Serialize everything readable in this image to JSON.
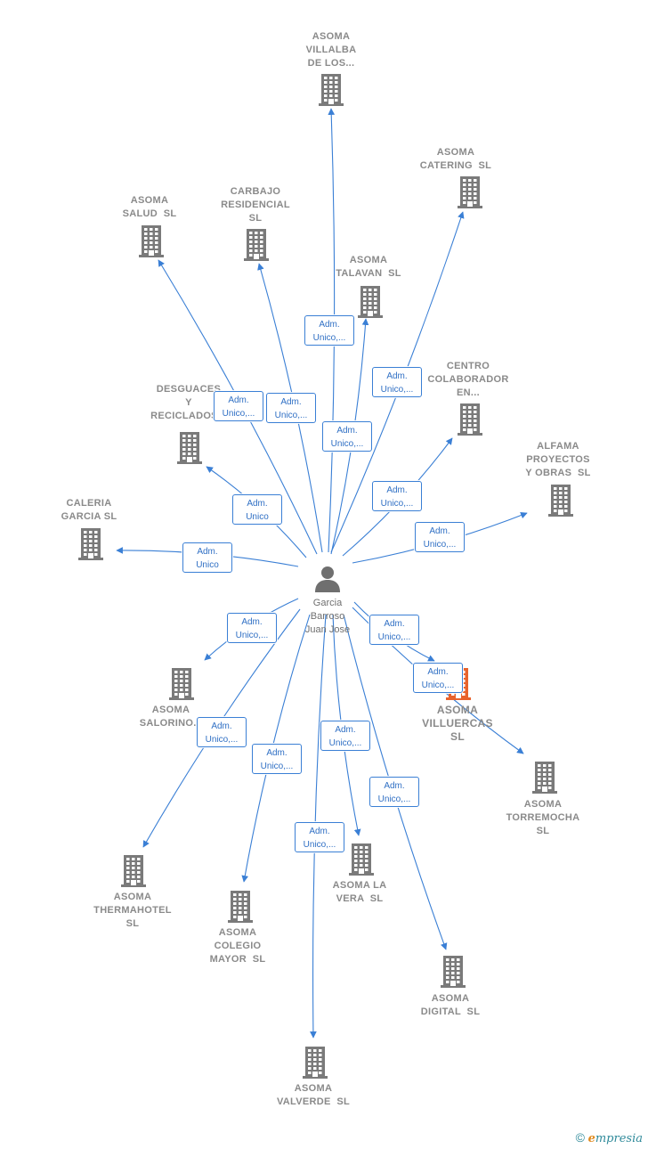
{
  "center": {
    "name_lines": [
      "Garcia",
      "Barroso",
      "Juan Jose"
    ]
  },
  "nodes": [
    {
      "id": "villalba",
      "lines": [
        "ASOMA",
        "VILLALBA",
        "DE LOS..."
      ],
      "highlight": false
    },
    {
      "id": "catering",
      "lines": [
        "ASOMA",
        "CATERING  SL"
      ],
      "highlight": false
    },
    {
      "id": "salud",
      "lines": [
        "ASOMA",
        "SALUD  SL"
      ],
      "highlight": false
    },
    {
      "id": "carbajo",
      "lines": [
        "CARBAJO",
        "RESIDENCIAL",
        "SL"
      ],
      "highlight": false
    },
    {
      "id": "talavan",
      "lines": [
        "ASOMA",
        "TALAVAN  SL"
      ],
      "highlight": false
    },
    {
      "id": "centro",
      "lines": [
        "CENTRO",
        "COLABORADOR",
        "EN..."
      ],
      "highlight": false
    },
    {
      "id": "desguaces",
      "lines": [
        "DESGUACES",
        "Y",
        "RECICLADOS..."
      ],
      "highlight": false
    },
    {
      "id": "alfama",
      "lines": [
        "ALFAMA",
        "PROYECTOS",
        "Y OBRAS  SL"
      ],
      "highlight": false
    },
    {
      "id": "caleria",
      "lines": [
        "CALERIA",
        "GARCIA SL"
      ],
      "highlight": false
    },
    {
      "id": "salorino",
      "lines": [
        "ASOMA",
        "SALORINO..."
      ],
      "highlight": false
    },
    {
      "id": "villuercas",
      "lines": [
        "ASOMA",
        "VILLUERCAS",
        "SL"
      ],
      "highlight": true
    },
    {
      "id": "torremocha",
      "lines": [
        "ASOMA",
        "TORREMOCHA",
        "SL"
      ],
      "highlight": false
    },
    {
      "id": "thermahotel",
      "lines": [
        "ASOMA",
        "THERMAHOTEL",
        "SL"
      ],
      "highlight": false
    },
    {
      "id": "colegio",
      "lines": [
        "ASOMA",
        "COLEGIO",
        "MAYOR  SL"
      ],
      "highlight": false
    },
    {
      "id": "lavera",
      "lines": [
        "ASOMA LA",
        "VERA  SL"
      ],
      "highlight": false
    },
    {
      "id": "digital",
      "lines": [
        "ASOMA",
        "DIGITAL  SL"
      ],
      "highlight": false
    },
    {
      "id": "valverde",
      "lines": [
        "ASOMA",
        "VALVERDE  SL"
      ],
      "highlight": false
    }
  ],
  "edges": [
    {
      "to": "villalba",
      "lines": [
        "Adm.",
        "Unico,..."
      ]
    },
    {
      "to": "catering",
      "lines": [
        "Adm.",
        "Unico,..."
      ]
    },
    {
      "to": "salud",
      "lines": [
        "Adm.",
        "Unico,..."
      ]
    },
    {
      "to": "carbajo",
      "lines": [
        "Adm.",
        "Unico,..."
      ]
    },
    {
      "to": "talavan",
      "lines": [
        "Adm.",
        "Unico,..."
      ]
    },
    {
      "to": "centro",
      "lines": [
        "Adm.",
        "Unico,..."
      ]
    },
    {
      "to": "desguaces",
      "lines": [
        "Adm.",
        "Unico"
      ]
    },
    {
      "to": "alfama",
      "lines": [
        "Adm.",
        "Unico,..."
      ]
    },
    {
      "to": "caleria",
      "lines": [
        "Adm.",
        "Unico"
      ]
    },
    {
      "to": "salorino",
      "lines": [
        "Adm.",
        "Unico,..."
      ]
    },
    {
      "to": "villuercas",
      "lines": [
        "Adm.",
        "Unico,..."
      ]
    },
    {
      "to": "torremocha",
      "lines": [
        "Adm.",
        "Unico,..."
      ]
    },
    {
      "to": "thermahotel",
      "lines": [
        "Adm.",
        "Unico,..."
      ]
    },
    {
      "to": "colegio",
      "lines": [
        "Adm.",
        "Unico,..."
      ]
    },
    {
      "to": "lavera",
      "lines": [
        "Adm.",
        "Unico,..."
      ]
    },
    {
      "to": "digital",
      "lines": [
        "Adm.",
        "Unico,..."
      ]
    },
    {
      "to": "valverde",
      "lines": [
        "Adm.",
        "Unico,..."
      ]
    }
  ],
  "footer": {
    "copyright": "©",
    "brand_first": "e",
    "brand_rest": "mpresia"
  },
  "colors": {
    "edge": "#3a7fd5",
    "building": "#7a7a7a",
    "highlight": "#e8622c"
  }
}
